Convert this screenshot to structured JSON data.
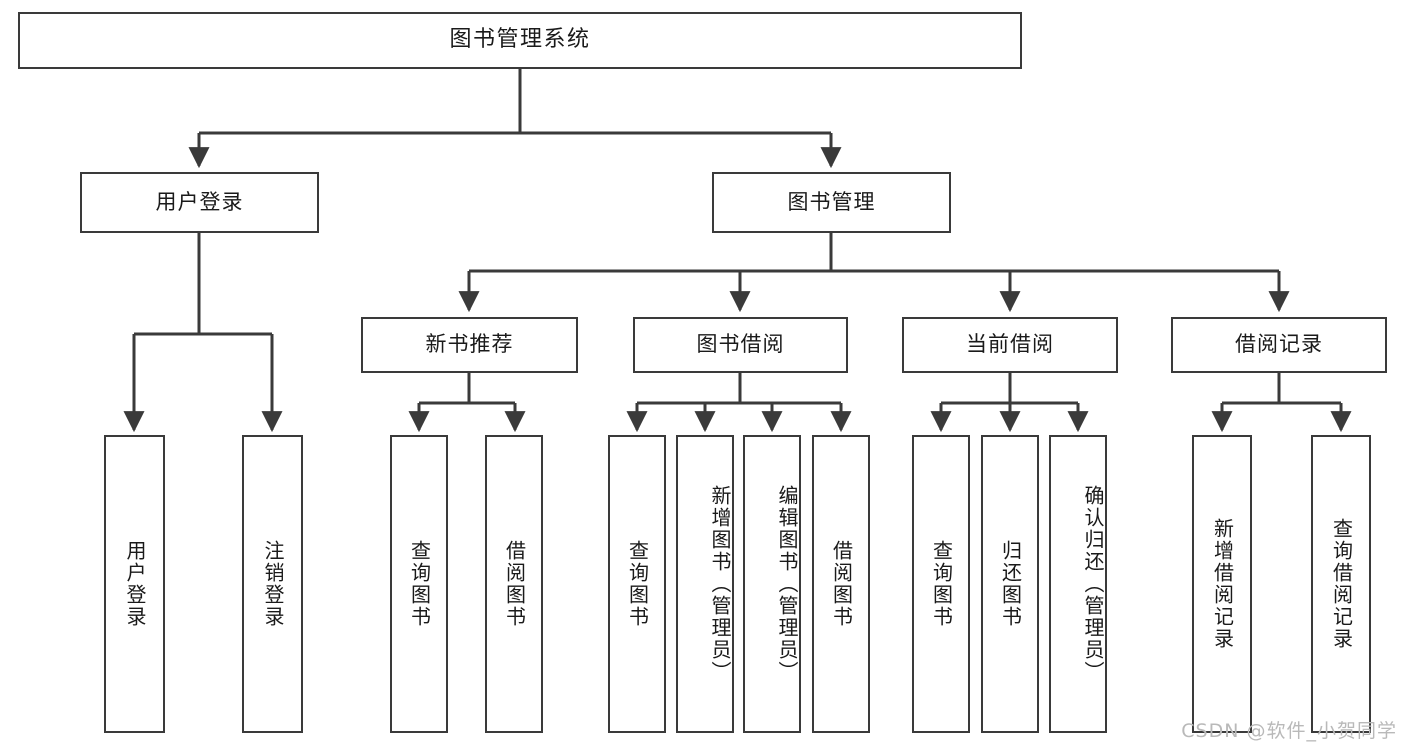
{
  "diagram": {
    "title": "图书管理系统",
    "type": "hierarchy-tree",
    "stroke_color": "#3a3a3a",
    "background_color": "#ffffff",
    "text_color": "#1a1a1a",
    "levels": 4
  },
  "nodes": {
    "root": {
      "label": "图书管理系统"
    },
    "level2": [
      {
        "id": "user-login",
        "label": "用户登录"
      },
      {
        "id": "book-manage",
        "label": "图书管理"
      }
    ],
    "level3": [
      {
        "id": "new-book-rec",
        "label": "新书推荐",
        "parent": "book-manage"
      },
      {
        "id": "book-borrow",
        "label": "图书借阅",
        "parent": "book-manage"
      },
      {
        "id": "current-borrow",
        "label": "当前借阅",
        "parent": "book-manage"
      },
      {
        "id": "borrow-record",
        "label": "借阅记录",
        "parent": "book-manage"
      }
    ],
    "leaves": [
      {
        "id": "leaf-user-login",
        "label": "用户登录",
        "parent": "user-login"
      },
      {
        "id": "leaf-logout",
        "label": "注销登录",
        "parent": "user-login"
      },
      {
        "id": "leaf-query-book-1",
        "label": "查询图书",
        "parent": "new-book-rec"
      },
      {
        "id": "leaf-borrow-book-1",
        "label": "借阅图书",
        "parent": "new-book-rec"
      },
      {
        "id": "leaf-query-book-2",
        "label": "查询图书",
        "parent": "book-borrow"
      },
      {
        "id": "leaf-add-book",
        "label": "新增图书（管理员）",
        "parent": "book-borrow"
      },
      {
        "id": "leaf-edit-book",
        "label": "编辑图书（管理员）",
        "parent": "book-borrow"
      },
      {
        "id": "leaf-borrow-book-2",
        "label": "借阅图书",
        "parent": "book-borrow"
      },
      {
        "id": "leaf-query-book-3",
        "label": "查询图书",
        "parent": "current-borrow"
      },
      {
        "id": "leaf-return-book",
        "label": "归还图书",
        "parent": "current-borrow"
      },
      {
        "id": "leaf-confirm-return",
        "label": "确认归还（管理员）",
        "parent": "current-borrow"
      },
      {
        "id": "leaf-add-record",
        "label": "新增借阅记录",
        "parent": "borrow-record"
      },
      {
        "id": "leaf-query-record",
        "label": "查询借阅记录",
        "parent": "borrow-record"
      }
    ]
  },
  "watermark": {
    "text": "CSDN @软件_小贺同学"
  }
}
